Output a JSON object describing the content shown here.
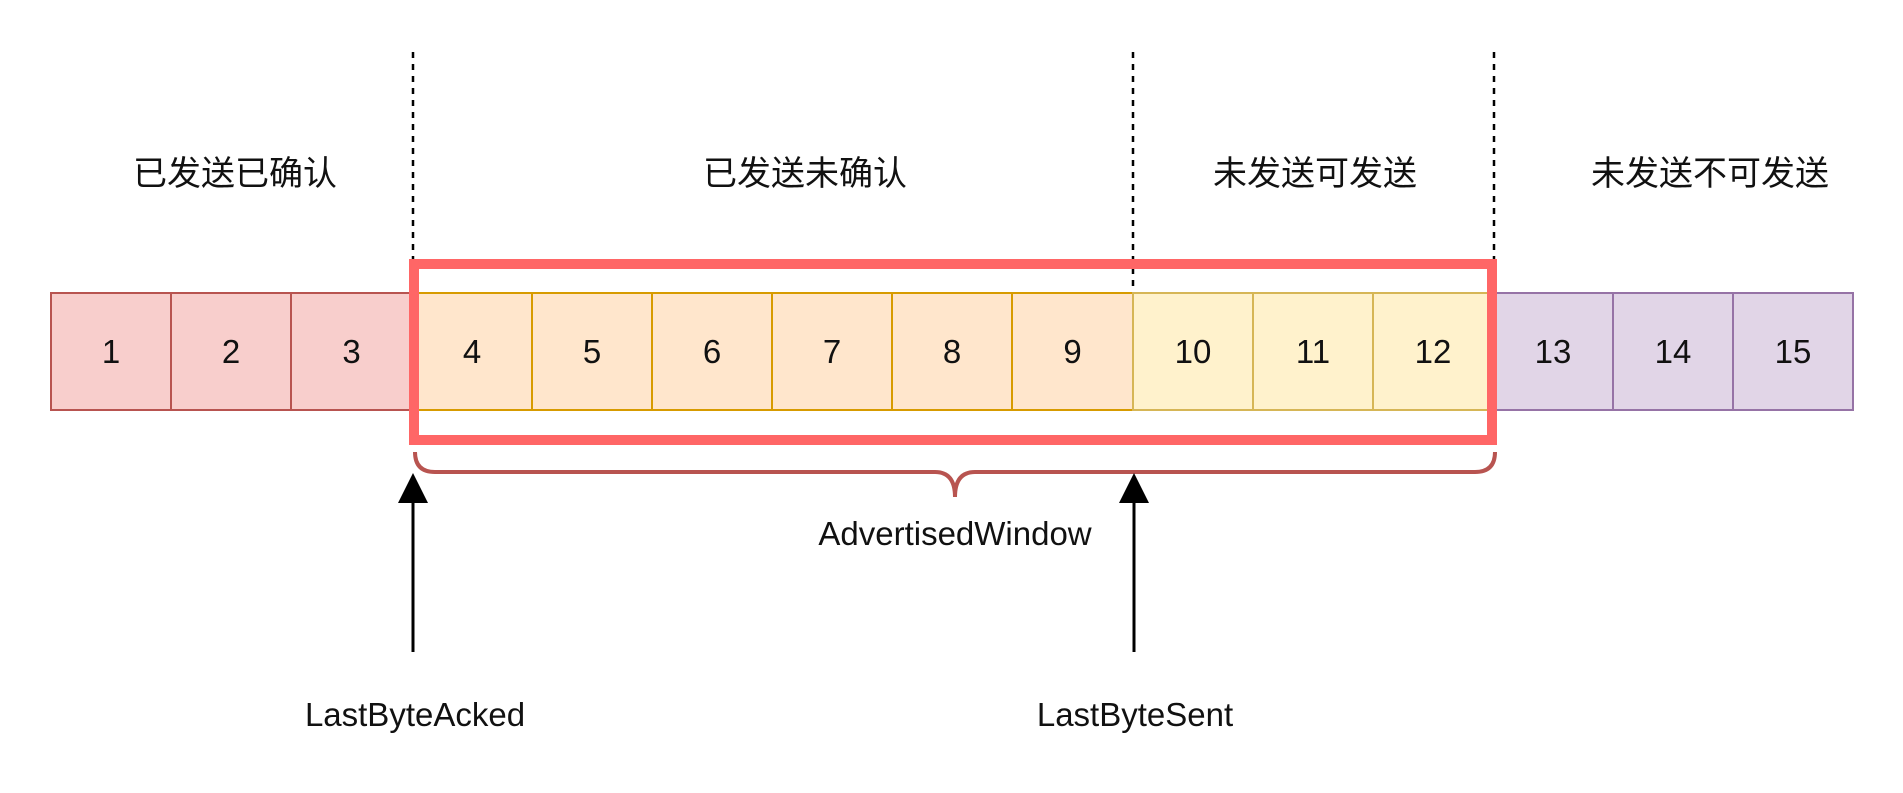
{
  "regions": [
    {
      "label": "已发送已确认"
    },
    {
      "label": "已发送未确认"
    },
    {
      "label": "未发送可发送"
    },
    {
      "label": "未发送不可发送"
    }
  ],
  "cells": [
    {
      "label": "1",
      "state": "sent-acked"
    },
    {
      "label": "2",
      "state": "sent-acked"
    },
    {
      "label": "3",
      "state": "sent-acked"
    },
    {
      "label": "4",
      "state": "sent-unacked"
    },
    {
      "label": "5",
      "state": "sent-unacked"
    },
    {
      "label": "6",
      "state": "sent-unacked"
    },
    {
      "label": "7",
      "state": "sent-unacked"
    },
    {
      "label": "8",
      "state": "sent-unacked"
    },
    {
      "label": "9",
      "state": "sent-unacked"
    },
    {
      "label": "10",
      "state": "unsent-sendable"
    },
    {
      "label": "11",
      "state": "unsent-sendable"
    },
    {
      "label": "12",
      "state": "unsent-sendable"
    },
    {
      "label": "13",
      "state": "unsent-unsendable"
    },
    {
      "label": "14",
      "state": "unsent-unsendable"
    },
    {
      "label": "15",
      "state": "unsent-unsendable"
    }
  ],
  "state_colors": {
    "sent-acked": {
      "fill": "#f8cecc",
      "stroke": "#b85450"
    },
    "sent-unacked": {
      "fill": "#ffe6cc",
      "stroke": "#d79b00"
    },
    "unsent-sendable": {
      "fill": "#fff2cc",
      "stroke": "#d6b656"
    },
    "unsent-unsendable": {
      "fill": "#e1d5e7",
      "stroke": "#9673a6"
    }
  },
  "window": {
    "label": "AdvertisedWindow",
    "border_color": "#ff6666",
    "brace_color": "#b85450"
  },
  "pointers": {
    "last_byte_acked": "LastByteAcked",
    "last_byte_sent": "LastByteSent"
  }
}
